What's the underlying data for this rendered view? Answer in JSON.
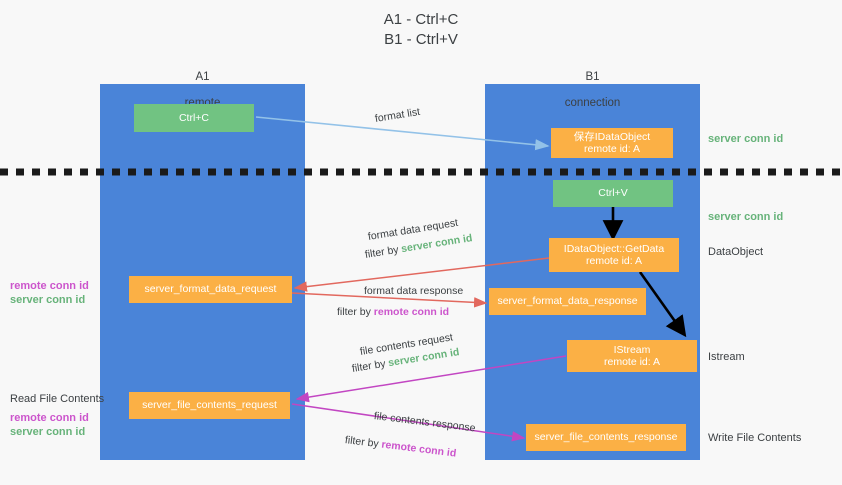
{
  "heading": {
    "line1": "A1 - Ctrl+C",
    "line2": "B1 - Ctrl+V"
  },
  "lanes": [
    {
      "id": "a1",
      "title": "A1",
      "subtitle": "remote",
      "color": "#4a84d8"
    },
    {
      "id": "b1",
      "title": "B1",
      "subtitle": "connection",
      "color": "#4a84d8"
    }
  ],
  "nodes": {
    "ctrl_c": {
      "line1": "Ctrl+C",
      "line2": "",
      "color": "#71c382"
    },
    "save_idataobject": {
      "line1": "保存IDataObject",
      "line2": "remote id: A",
      "color": "#fbb045"
    },
    "ctrl_v": {
      "line1": "Ctrl+V",
      "line2": "",
      "color": "#71c382"
    },
    "getdata": {
      "line1": "IDataObject::GetData",
      "line2": "remote id: A",
      "color": "#fbb045"
    },
    "format_data_request": {
      "line1": "server_format_data_request",
      "line2": "",
      "color": "#fbb045"
    },
    "format_data_response": {
      "line1": "server_format_data_response",
      "line2": "",
      "color": "#fbb045"
    },
    "istream": {
      "line1": "IStream",
      "line2": "remote id: A",
      "color": "#fbb045"
    },
    "file_contents_request": {
      "line1": "server_file_contents_request",
      "line2": "",
      "color": "#fbb045"
    },
    "file_contents_response": {
      "line1": "server_file_contents_response",
      "line2": "",
      "color": "#fbb045"
    }
  },
  "edges": {
    "format_list": {
      "label": "format list"
    },
    "format_data_request": {
      "label": "format data request",
      "filter_prefix": "filter by ",
      "filter_value": "server conn id",
      "filter_color": "#67b37a"
    },
    "format_data_response": {
      "label": "format data response",
      "filter_prefix": "filter by ",
      "filter_value": "remote conn id",
      "filter_color": "#cc55cc"
    },
    "file_contents_request": {
      "label": "file contents request",
      "filter_prefix": "filter by ",
      "filter_value": "server conn id",
      "filter_color": "#67b37a"
    },
    "file_contents_response": {
      "label": "file contents response",
      "filter_prefix": "filter by ",
      "filter_value": "remote conn id",
      "filter_color": "#cc55cc"
    }
  },
  "right_labels": {
    "server_conn_id_top": "server conn id",
    "server_conn_id_mid": "server conn id",
    "dataobject": "DataObject",
    "istream": "Istream",
    "write_file_contents": "Write File Contents"
  },
  "left_labels": {
    "remote_conn_id_1": "remote conn id",
    "server_conn_id_1": "server conn id",
    "read_file_contents": "Read File Contents",
    "remote_conn_id_2": "remote conn id",
    "server_conn_id_2": "server conn id"
  },
  "colors": {
    "lane_blue": "#4a84d8",
    "node_green": "#71c382",
    "node_orange": "#fbb045",
    "green_text": "#67b37a",
    "purple_text": "#cc55cc",
    "arrow_light_blue": "#93c2e8",
    "arrow_red": "#e2685e",
    "arrow_magenta": "#c246c2",
    "arrow_black": "#000000",
    "background": "#f8f8f8"
  }
}
